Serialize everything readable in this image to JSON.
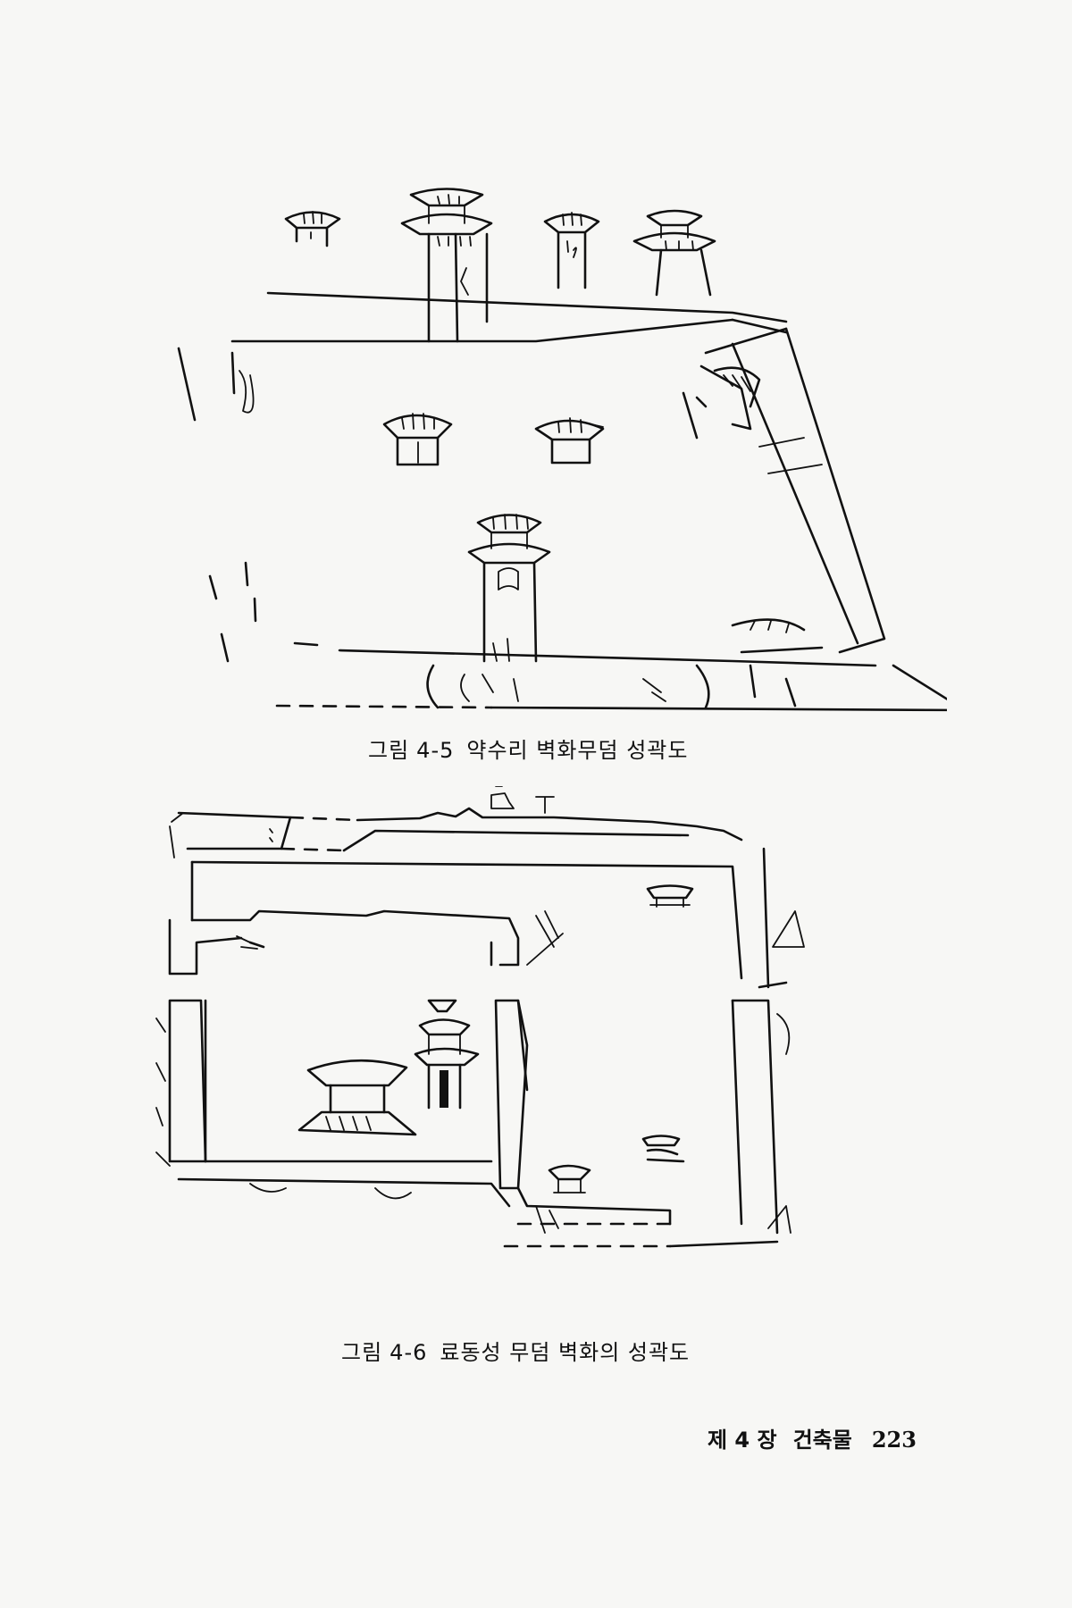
{
  "figures": [
    {
      "label": "그림",
      "number": "4-5",
      "caption": "약수리 벽화무덤 성곽도"
    },
    {
      "label": "그림",
      "number": "4-6",
      "caption": "료동성 무덤 벽화의 성곽도"
    }
  ],
  "footer": {
    "chapter": "제 4 장",
    "section": "건축물",
    "page_number": "223"
  },
  "colors": {
    "ink": "#111111",
    "paper": "#f7f7f5"
  }
}
